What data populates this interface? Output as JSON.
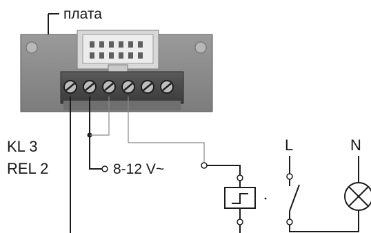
{
  "labels": {
    "board": "плата",
    "kl3": "KL 3",
    "rel2": "REL 2",
    "voltage": "8-12 V~",
    "line": "L",
    "neutral": "N"
  },
  "board": {
    "terminal_count": 6
  },
  "colors": {
    "board_fill": "#8a8a8a",
    "terminal_block": "#4a4a4a",
    "wire": "#1a1a1a",
    "connector_housing": "#d8d8d8"
  },
  "icons": [
    "relay-coil-icon",
    "switch-icon",
    "lamp-icon"
  ]
}
